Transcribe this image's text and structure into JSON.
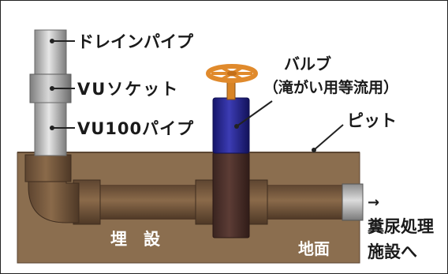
{
  "labels": {
    "drain_pipe": "ドレインパイプ",
    "vu_socket": "VUソケット",
    "vu100_pipe": "VU100パイプ",
    "valve_line1": "バルブ",
    "valve_line2": "（滝がい用等流用）",
    "pit": "ピット",
    "buried": "埋　設",
    "ground": "地面",
    "arrow": "→",
    "dest_line1": "糞尿処理",
    "dest_line2": "施設へ"
  },
  "colors": {
    "soil": "#8b6e4f",
    "soil_dark": "#6b5238",
    "pipe_brown": "#7a5a3c",
    "pipe_gray": "#b9b9b9",
    "valve_blue": "#2a2a8c",
    "valve_body_buried": "#4a2f2a",
    "handwheel": "#e08a2c"
  }
}
